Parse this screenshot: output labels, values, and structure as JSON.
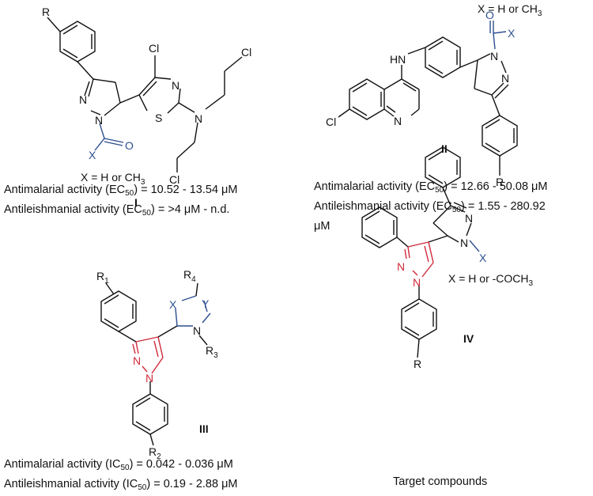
{
  "compound_I": {
    "label": "I",
    "substituent_note": "X = H or CH",
    "substituent_note_sub": "3",
    "activity_1": {
      "prefix": "Antimalarial activity (EC",
      "sub": "50",
      "suffix": ") = 10.52 - 13.54 μM"
    },
    "activity_2": {
      "prefix": "Antileishmanial activity (EC",
      "sub": "50",
      "suffix": ") = >4 μM - n.d."
    }
  },
  "compound_II": {
    "label": "II",
    "substituent_note": "X = H or CH",
    "substituent_note_sub": "3",
    "activity_1": {
      "prefix": "Antimalarial activity (EC",
      "sub": "50",
      "suffix": ") = 12.66 - 50.08 μM"
    },
    "activity_2": {
      "prefix": "Antileishmanial activity (EC",
      "sub": "50",
      "suffix": ") = 1.55 - 280.92"
    },
    "activity_2_wrap": "μM"
  },
  "compound_III": {
    "label": "III",
    "activity_1": {
      "prefix": "Antimalarial activity (IC",
      "sub": "50",
      "suffix": ") = 0.042 - 0.036  μM"
    },
    "activity_2": {
      "prefix": "Antileishmanial activity (IC",
      "sub": "50",
      "suffix": ") = 0.19 - 2.88 μM"
    }
  },
  "compound_IV": {
    "label": "IV",
    "substituent_note": "X = H or -COCH",
    "substituent_note_sub": "3",
    "caption": "Target compounds"
  },
  "atoms": {
    "R": "R",
    "N": "N",
    "O": "O",
    "X": "X",
    "Y": "Y",
    "S": "S",
    "Cl": "Cl",
    "HN": "HN",
    "R1": "R",
    "R1_sub": "1",
    "R2": "R",
    "R2_sub": "2",
    "R3": "R",
    "R3_sub": "3",
    "R4": "R",
    "R4_sub": "4"
  },
  "colors": {
    "ink": "#111111",
    "blue": "#2d4f8f",
    "red": "#cf2a3a"
  }
}
